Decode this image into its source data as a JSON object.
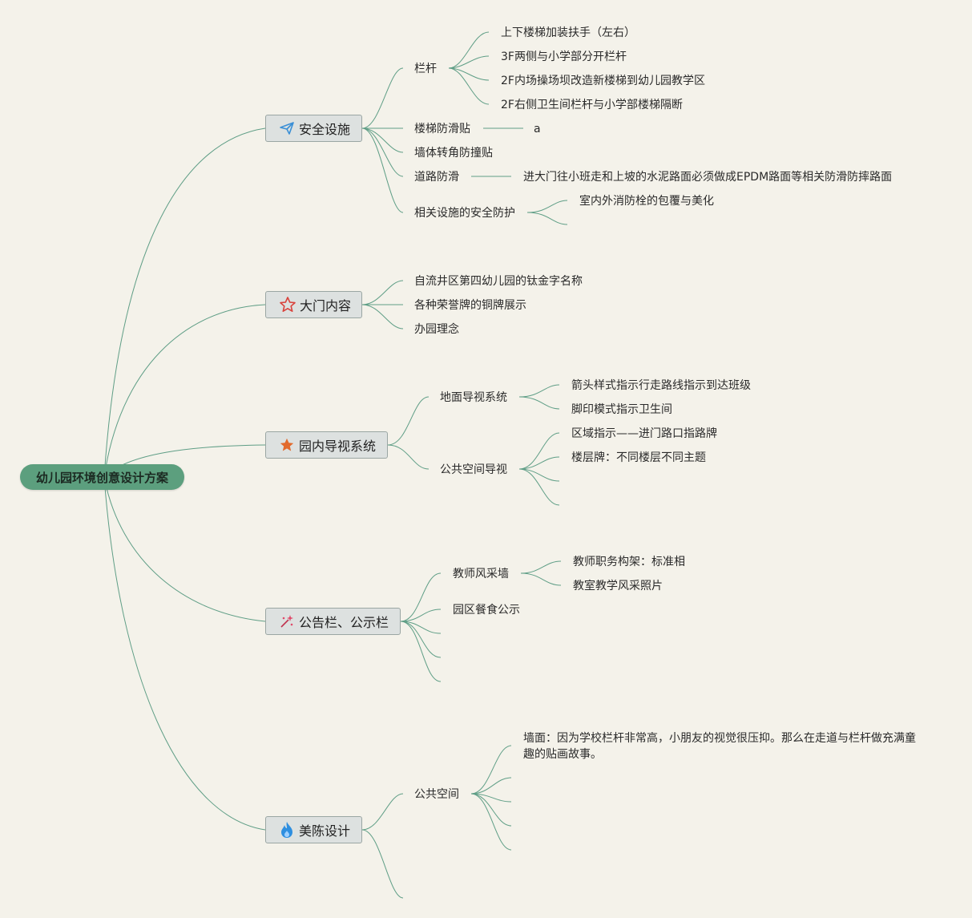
{
  "root": "幼儿园环境创意设计方案",
  "branches": {
    "safety": "安全设施",
    "gate": "大门内容",
    "guide": "园内导视系统",
    "notice": "公告栏、公示栏",
    "art": "美陈设计"
  },
  "safety": {
    "railing": "栏杆",
    "railing_items": [
      "上下楼梯加装扶手（左右）",
      "3F两侧与小学部分开栏杆",
      "2F内场操场坝改造新楼梯到幼儿园教学区",
      "2F右侧卫生间栏杆与小学部楼梯隔断"
    ],
    "stairs": "楼梯防滑贴",
    "stairs_child": "a",
    "wall": "墙体转角防撞贴",
    "road": "道路防滑",
    "road_child": "进大门往小班走和上坡的水泥路面必须做成EPDM路面等相关防滑防摔路面",
    "facility": "相关设施的安全防护",
    "facility_child": "室内外消防栓的包覆与美化"
  },
  "gate": {
    "items": [
      "自流井区第四幼儿园的钛金字名称",
      "各种荣誉牌的铜牌展示",
      "办园理念"
    ]
  },
  "guide": {
    "ground": "地面导视系统",
    "ground_items": [
      "箭头样式指示行走路线指示到达班级",
      "脚印模式指示卫生间"
    ],
    "public": "公共空间导视",
    "public_items": [
      "区域指示——进门路口指路牌",
      "楼层牌：不同楼层不同主题"
    ]
  },
  "notice": {
    "teacher": "教师风采墙",
    "teacher_items": [
      "教师职务构架：标准相",
      "教室教学风采照片"
    ],
    "food": "园区餐食公示"
  },
  "art": {
    "public": "公共空间",
    "wall_text": "墙面：因为学校栏杆非常高，小朋友的视觉很压抑。那么在走道与栏杆做充满童趣的贴画故事。"
  },
  "colors": {
    "background": "#f4f2ea",
    "root_fill": "#5c9f7e",
    "line": "#5f9e86",
    "topic_fill": "#dde1e0"
  },
  "icons": {
    "safety": "paper-plane-icon",
    "gate": "star-outline-icon",
    "guide": "star-filled-icon",
    "notice": "sparkle-icon",
    "art": "flame-icon"
  }
}
